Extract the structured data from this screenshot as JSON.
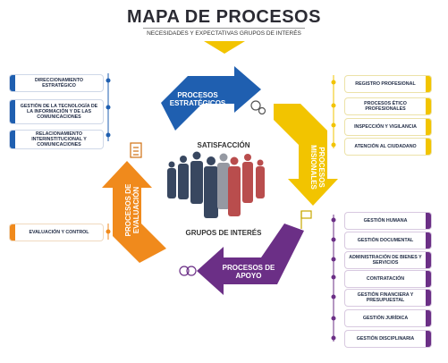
{
  "header": {
    "title": "MAPA DE PROCESOS",
    "subtitle": "NECESIDADES Y EXPECTATIVAS GRUPOS DE INTERÉS"
  },
  "colors": {
    "estrategicos": "#1f5fb0",
    "misionales": "#f2c400",
    "apoyo": "#6b2f86",
    "evaluacion": "#f08a1c"
  },
  "cycle": {
    "estrategicos": "PROCESOS ESTRATÉGICOS",
    "misionales": "PROCESOS MISIONALES",
    "apoyo": "PROCESOS DE APOYO",
    "evaluacion": "PROCESOS DE EVALUACIÓN"
  },
  "center": {
    "top": "SATISFACCIÓN",
    "bottom": "GRUPOS DE INTERÉS"
  },
  "icons": [
    "gears-icon",
    "flag-icon",
    "handshake-icon",
    "checklist-icon",
    "people-group-icon"
  ],
  "left_blue": [
    "DIRECCIONAMIENTO ESTRATÉGICO",
    "GESTIÓN DE LA TECNOLOGÍA DE LA INFORMACIÓN Y DE LAS COMUNICACIONES",
    "RELACIONAMIENTO INTERINSTITUCIONAL Y COMUNICACIONES"
  ],
  "left_orange": [
    "EVALUACIÓN Y CONTROL"
  ],
  "right_yellow": [
    "REGISTRO PROFESIONAL",
    "PROCESOS ÉTICO PROFESIONALES",
    "INSPECCIÓN Y VIGILANCIA",
    "ATENCIÓN AL CIUDADANO"
  ],
  "right_purple": [
    "GESTIÓN HUMANA",
    "GESTIÓN DOCUMENTAL",
    "ADMINISTRACIÓN DE BIENES Y SERVICIOS",
    "CONTRATACIÓN",
    "GESTIÓN FINANCIERA Y PRESUPUESTAL",
    "GESTIÓN JURÍDICA",
    "GESTIÓN DISCIPLINARIA"
  ]
}
